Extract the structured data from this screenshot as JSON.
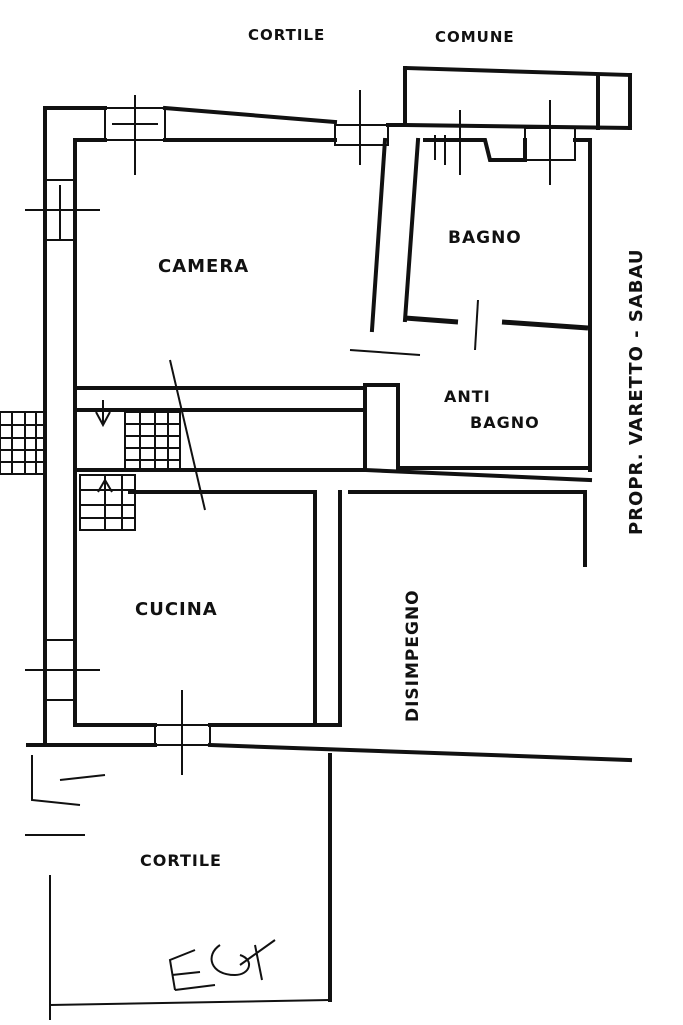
{
  "labels": {
    "cortile_comune_1": "CORTILE",
    "cortile_comune_2": "COMUNE",
    "camera": "CAMERA",
    "bagno": "BAGNO",
    "anti": "ANTI",
    "antibagno": "BAGNO",
    "cucina": "CUCINA",
    "disimpegno": "DISIMPEGNO",
    "cortile": "CORTILE",
    "proprieta": "PROPR. VARETTO - SABAU"
  },
  "colors": {
    "ink": "#111111",
    "paper": "#ffffff"
  }
}
